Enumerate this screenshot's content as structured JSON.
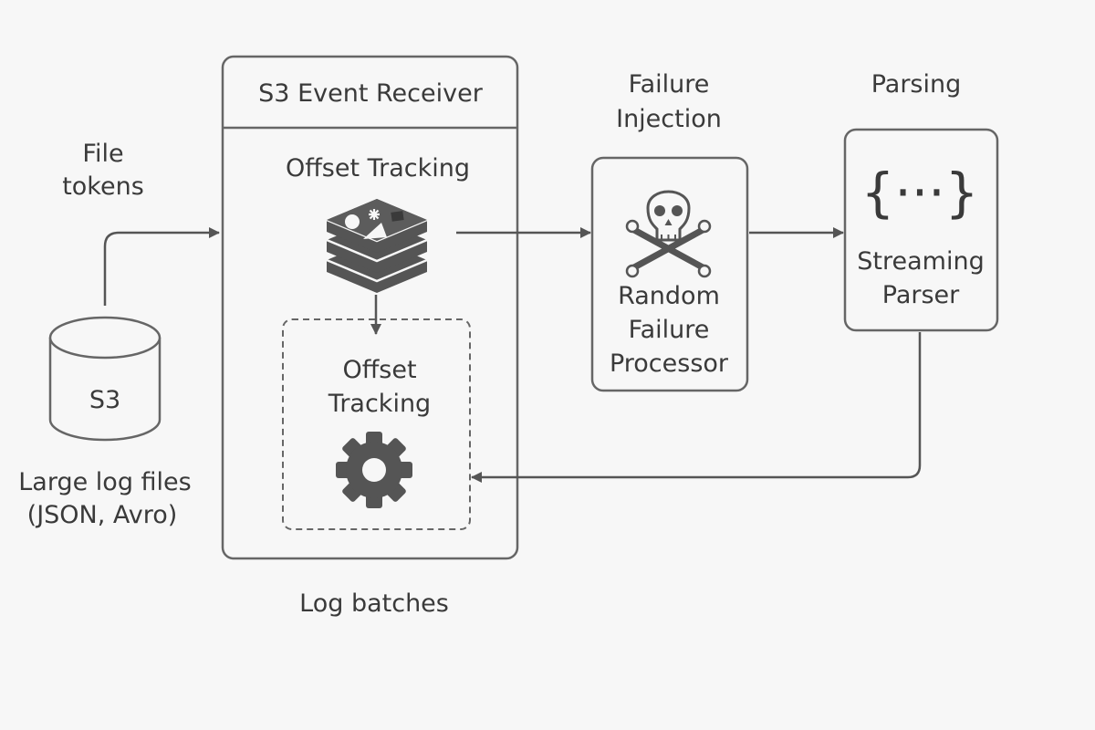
{
  "colors": {
    "background": "#f7f7f7",
    "stroke": "#666666",
    "icon": "#555555",
    "text": "#3a3a3a"
  },
  "s3": {
    "label": "S3",
    "caption_line1": "Large log files",
    "caption_line2": "(JSON, Avro)",
    "icon": "database-cylinder-icon"
  },
  "edge_file_tokens": {
    "line1": "File",
    "line2": "tokens"
  },
  "receiver": {
    "title": "S3 Event Receiver",
    "offset_tracking_top": "Offset Tracking",
    "stack_icon": "redis-stack-icon",
    "inner_line1": "Offset",
    "inner_line2": "Tracking",
    "gear_icon": "gear-icon"
  },
  "edge_log_batches": {
    "label": "Log batches"
  },
  "failure": {
    "header_line1": "Failure",
    "header_line2": "Injection",
    "icon": "skull-crossbones-icon",
    "line1": "Random",
    "line2": "Failure",
    "line3": "Processor"
  },
  "parsing": {
    "header": "Parsing",
    "braces": "{···}",
    "icon": "braces-icon",
    "line1": "Streaming",
    "line2": "Parser"
  }
}
